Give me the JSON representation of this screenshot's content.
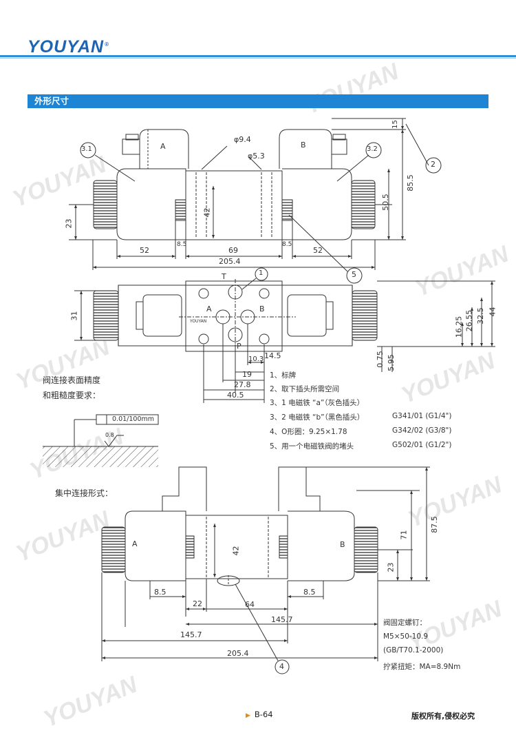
{
  "brand": {
    "name": "YOUYAN",
    "registered": "®"
  },
  "watermark": "YOUYAN",
  "section_title": "外形尺寸",
  "top_view": {
    "solenoid_a": "A",
    "solenoid_b": "B",
    "callouts": [
      "3.1",
      "3.2",
      "2",
      "5"
    ],
    "dims": {
      "d94": "φ9.4",
      "d53": "φ5.3",
      "v42": "42",
      "v23": "23",
      "v15": "15",
      "v855": "85.5",
      "v505": "50.5",
      "h52a": "52",
      "h85a": "8.5",
      "h69": "69",
      "h85b": "8.5",
      "h52b": "52",
      "h2054": "205.4"
    }
  },
  "mid_view": {
    "ports": [
      "T",
      "A",
      "B",
      "P"
    ],
    "plate": "YOUYAN",
    "callout": "1",
    "dims": {
      "v31": "31",
      "v44": "44",
      "v325": "32.5",
      "v2655": "26.55",
      "v1625": "16.25",
      "v075": "0.75",
      "v595": "5.95",
      "h103": "10.3",
      "h145": "14.5",
      "h19": "19",
      "h278": "27.8",
      "h405": "40.5"
    }
  },
  "surface": {
    "title_line1": "阀连接表面精度",
    "title_line2": "和粗糙度要求：",
    "flatness": "0.01/100mm",
    "roughness": "0.8"
  },
  "notes": [
    {
      "text": "1、标牌",
      "code": ""
    },
    {
      "text": "2、取下插头所需空间",
      "code": ""
    },
    {
      "text": "3、1 电磁铁 “a”（灰色插头）",
      "code": ""
    },
    {
      "text": "3、2 电磁铁 “b”（黑色插头）",
      "code": "G341/01 (G1/4\")"
    },
    {
      "text": "4、O形圈：9.25×1.78",
      "code": "G342/02 (G3/8\")"
    },
    {
      "text": "5、用一个电磁铁阀的堵头",
      "code": "G502/01 (G1/2\")"
    }
  ],
  "bottom_view": {
    "title": "集中连接形式：",
    "solenoid_a": "A",
    "solenoid_b": "B",
    "callout": "4",
    "dims": {
      "v875": "87.5",
      "v71": "71",
      "v23": "23",
      "v42": "42",
      "h85a": "8.5",
      "h85b": "8.5",
      "h22": "22",
      "h64": "64",
      "h1457a": "145.7",
      "h1457b": "145.7",
      "h2054": "205.4"
    }
  },
  "screw": {
    "line1": "阀固定螺钉：",
    "line2": "M5×50-10.9",
    "line3": "(GB/T70.1-2000)",
    "line4": "拧紧扭矩：MA=8.9Nm"
  },
  "footer": {
    "page": "B-64",
    "copyright": "版权所有,侵权必究"
  }
}
